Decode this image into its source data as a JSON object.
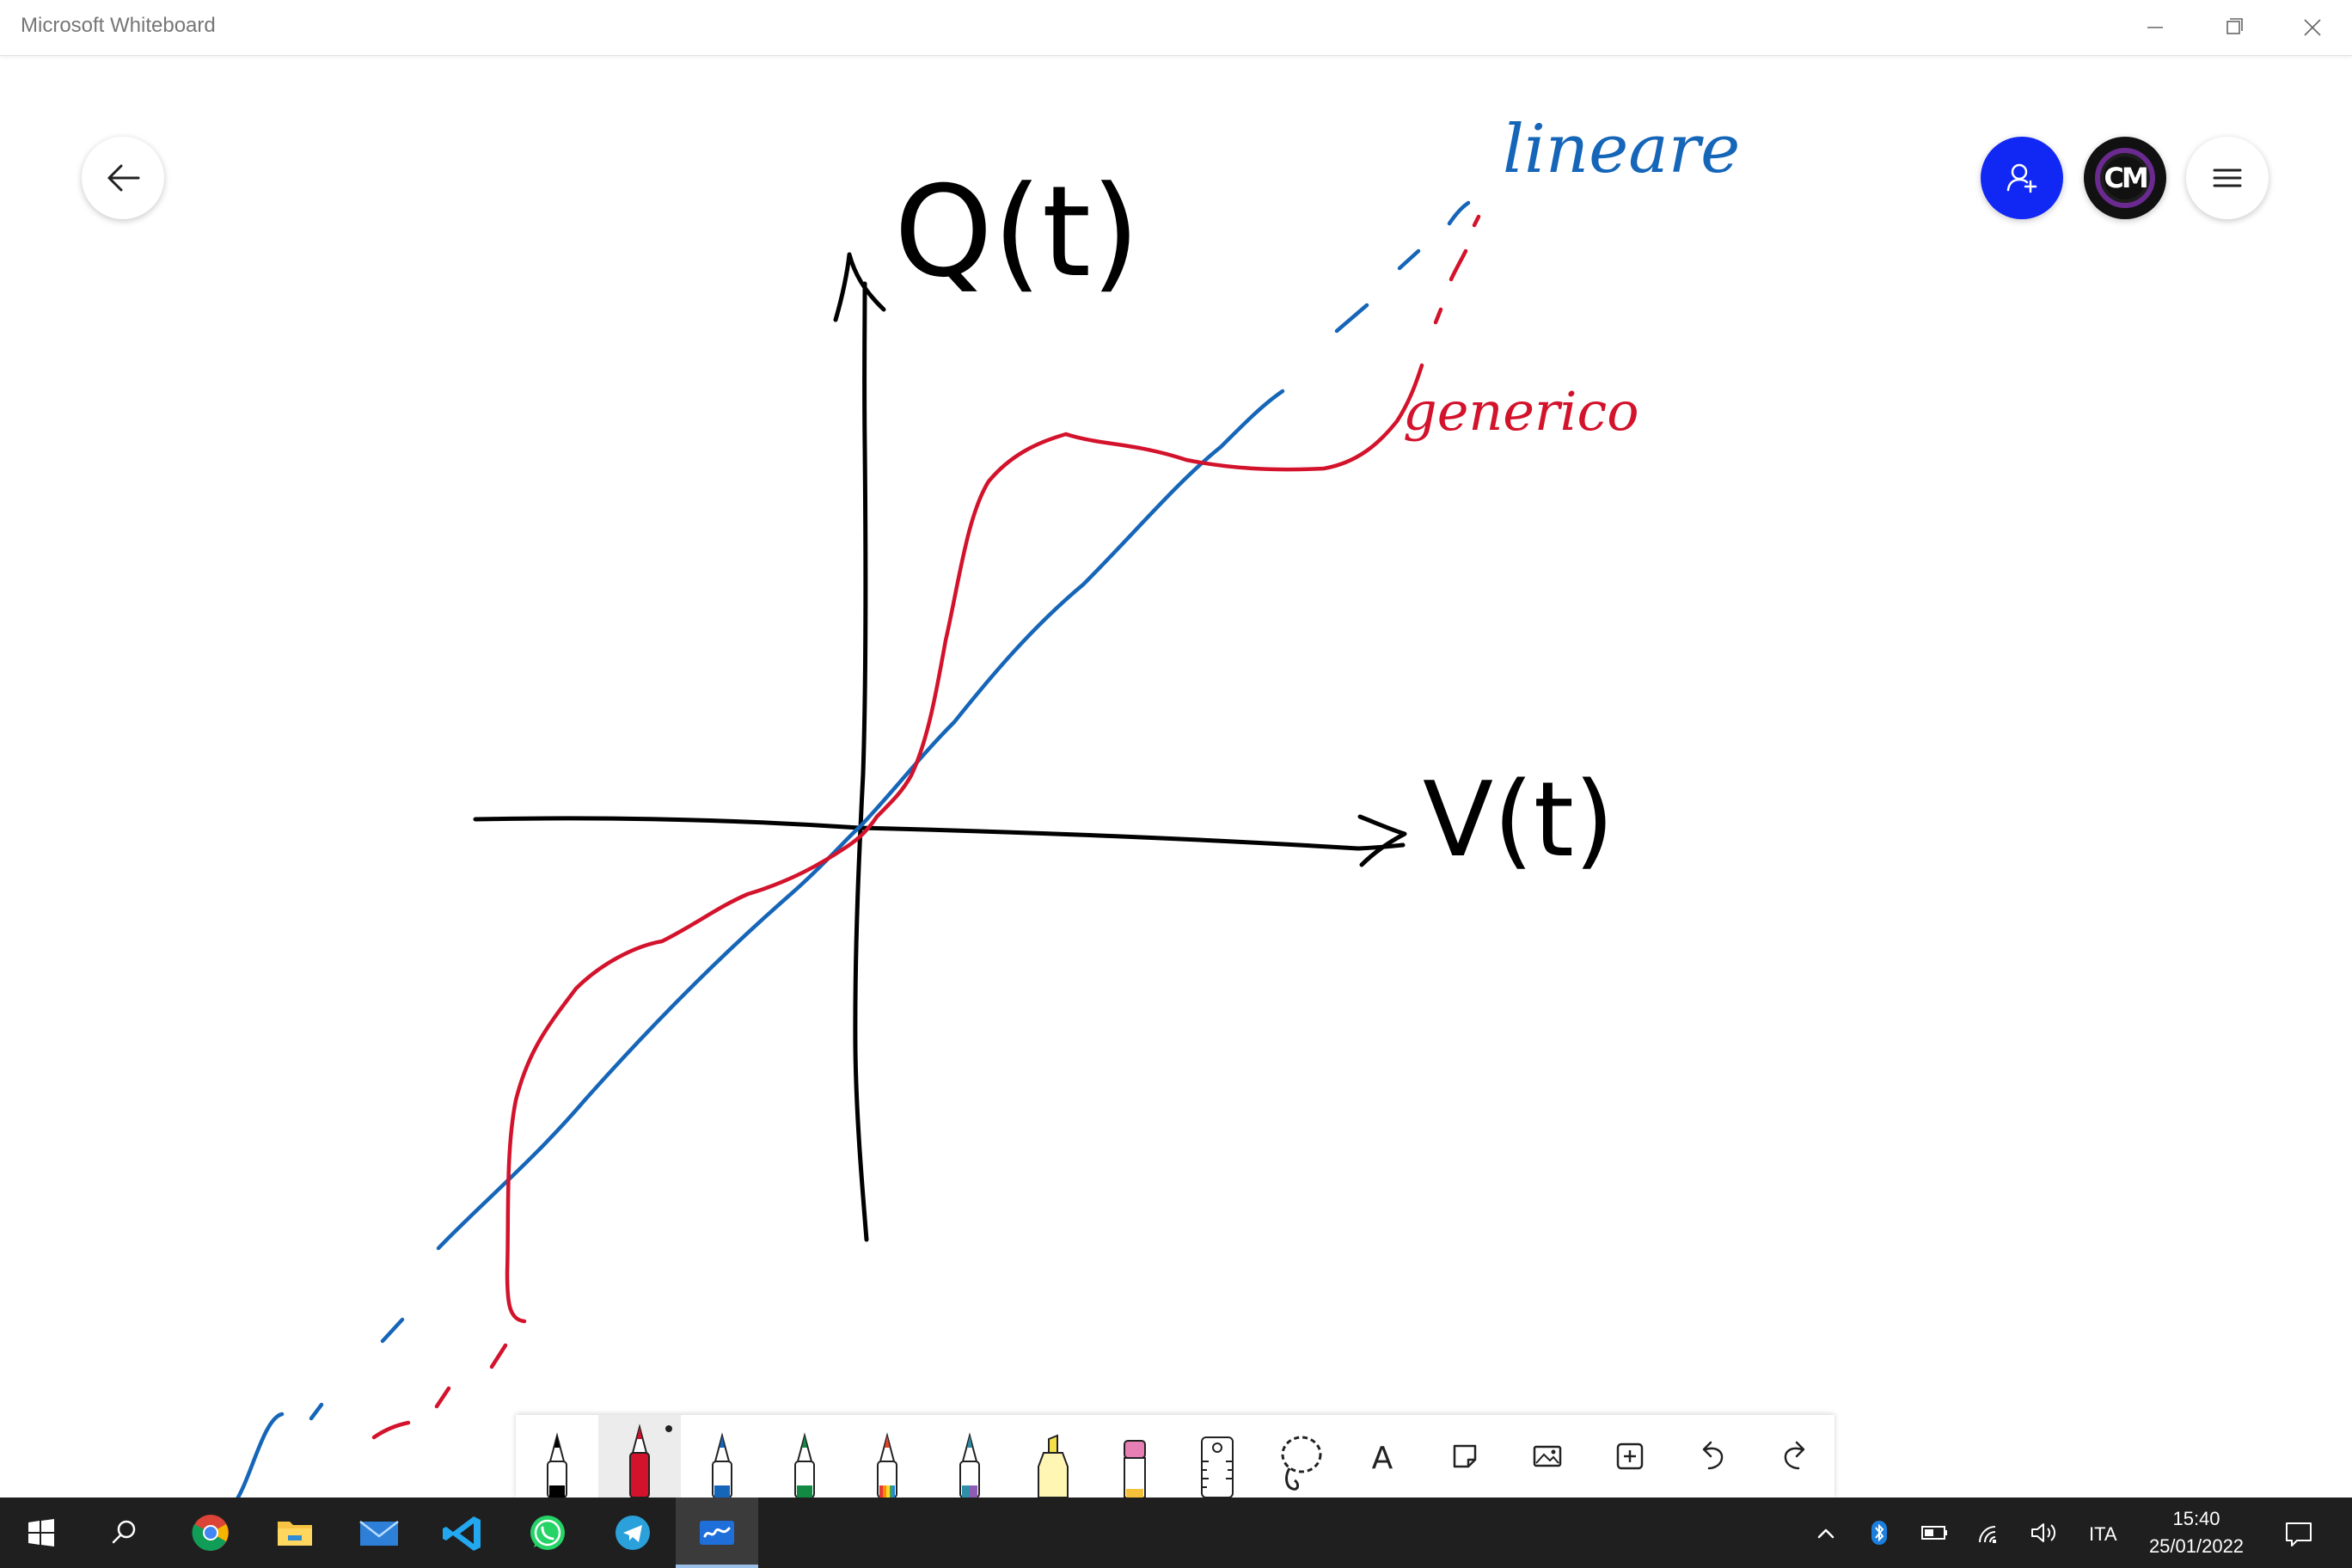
{
  "window": {
    "title": "Microsoft Whiteboard",
    "controls": [
      "minimize",
      "restore",
      "close"
    ]
  },
  "canvas": {
    "y_axis_label": "Q(t)",
    "x_axis_label": "V(t)",
    "curve_labels": [
      {
        "text": "lineare",
        "color": "#1565b8"
      },
      {
        "text": "generico",
        "color": "#d3122b"
      }
    ],
    "ink_colors": {
      "axes": "#000000",
      "linear": "#1565b8",
      "generic": "#d3122b"
    }
  },
  "top_left": {
    "back_icon": "arrow-left-icon"
  },
  "top_right": {
    "invite_icon": "add-person-icon",
    "invite_color": "#1128f5",
    "avatar_initials": "CM",
    "menu_icon": "hamburger-menu-icon"
  },
  "toolbar": {
    "tools": [
      {
        "name": "pen-black",
        "icon": "pen-icon",
        "color": "#000000"
      },
      {
        "name": "pen-red",
        "icon": "pen-icon",
        "color": "#d3122b",
        "selected": true
      },
      {
        "name": "pen-blue",
        "icon": "pen-icon",
        "color": "#1565b8"
      },
      {
        "name": "pen-green",
        "icon": "pen-icon",
        "color": "#138a43"
      },
      {
        "name": "pen-rainbow",
        "icon": "rainbow-pen-icon",
        "color": "#e0452b"
      },
      {
        "name": "pen-galaxy",
        "icon": "galaxy-pen-icon",
        "color": "#2e8fa8"
      },
      {
        "name": "highlighter",
        "icon": "highlighter-icon",
        "color": "#f5e04a"
      },
      {
        "name": "eraser",
        "icon": "eraser-icon",
        "color": "#e77fb4"
      },
      {
        "name": "ruler",
        "icon": "ruler-icon"
      },
      {
        "name": "lasso",
        "icon": "lasso-icon"
      },
      {
        "name": "text",
        "icon": "text-icon",
        "glyph": "A"
      },
      {
        "name": "note",
        "icon": "sticky-note-icon"
      },
      {
        "name": "image",
        "icon": "image-icon"
      },
      {
        "name": "insert",
        "icon": "insert-plus-icon"
      },
      {
        "name": "undo",
        "icon": "undo-icon"
      },
      {
        "name": "redo",
        "icon": "redo-icon"
      }
    ]
  },
  "taskbar": {
    "apps": [
      "start-windows-icon",
      "search-icon",
      "chrome-icon",
      "file-explorer-icon",
      "mail-icon",
      "vscode-icon",
      "whatsapp-icon",
      "telegram-icon",
      "whiteboard-icon"
    ],
    "active_app": "whiteboard-icon",
    "tray": {
      "icons": [
        "chevron-up-icon",
        "bluetooth-icon",
        "battery-icon",
        "wifi-icon",
        "volume-icon"
      ],
      "language": "ITA",
      "time": "15:40",
      "date": "25/01/2022",
      "notification_icon": "notification-icon"
    }
  }
}
